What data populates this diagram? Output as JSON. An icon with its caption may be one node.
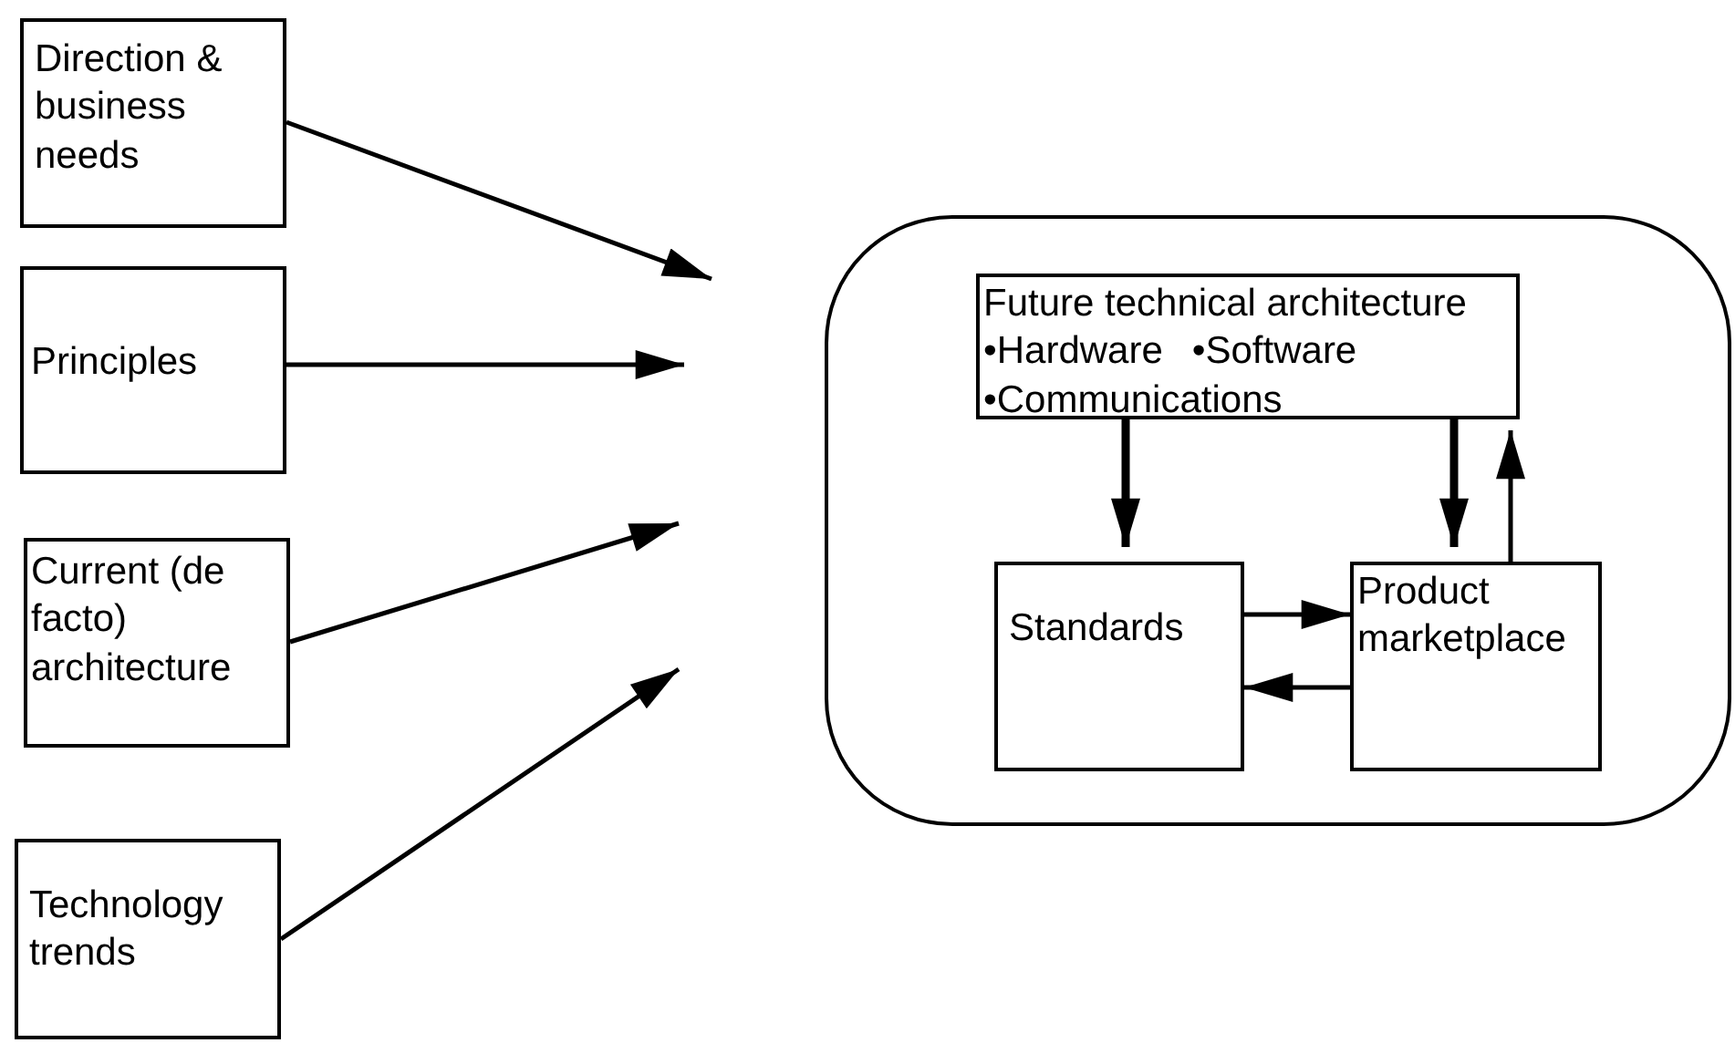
{
  "diagram": {
    "nodes": [
      {
        "text": [
          "Direction & business needs"
        ]
      },
      {
        "text": [
          "Principles"
        ]
      },
      {
        "text": [
          "Current (de facto) architecture"
        ]
      },
      {
        "text": [
          "Technology trends"
        ]
      },
      {
        "text": [],
        "shape": "box"
      },
      {
        "text": [
          "Future technical architecture",
          "•Hardware",
          "•Software",
          "•Communications"
        ],
        "in": 4
      },
      {
        "text": [
          "Standards"
        ],
        "in": 4
      },
      {
        "text": [
          "Product marketplace"
        ],
        "in": 4
      }
    ],
    "edges": [
      {
        "from": 0,
        "to": null,
        "arrow": "to"
      },
      {
        "from": 1,
        "to": null,
        "arrow": "to"
      },
      {
        "from": 2,
        "to": null,
        "arrow": "to"
      },
      {
        "from": 3,
        "to": null,
        "arrow": "to"
      },
      {
        "from": 5,
        "to": 6,
        "arrow": "to",
        "style": "thick"
      },
      {
        "from": 5,
        "to": 7,
        "arrow": "to",
        "style": "thick"
      },
      {
        "from": 7,
        "to": 5,
        "arrow": "to"
      },
      {
        "from": 6,
        "to": 7,
        "arrow": "to"
      },
      {
        "from": 7,
        "to": 6,
        "arrow": "to"
      }
    ]
  }
}
